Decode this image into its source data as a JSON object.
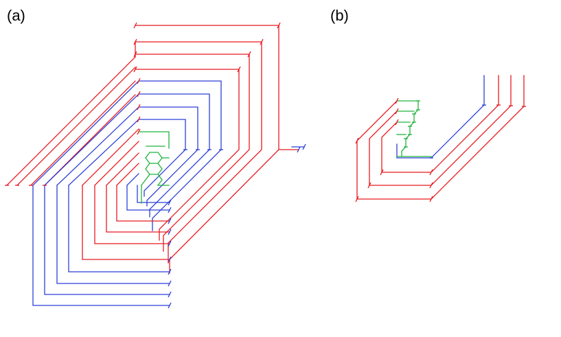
{
  "figure": {
    "panels": [
      {
        "id": "a",
        "label": "(a)"
      },
      {
        "id": "b",
        "label": "(b)"
      }
    ]
  },
  "colors": {
    "red": "#e8191f",
    "blue": "#2b3fd6",
    "green": "#1db33c",
    "text": "#000000",
    "background": "#ffffff"
  }
}
